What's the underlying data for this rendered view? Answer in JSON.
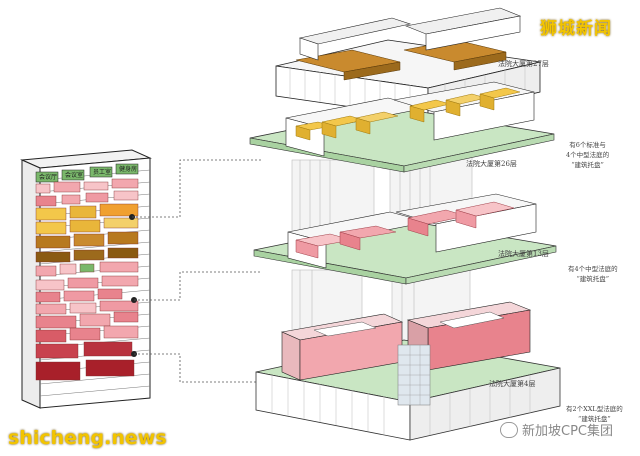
{
  "watermarks": {
    "top_right": "狮城新闻",
    "bottom_left": "shicheng.news",
    "bottom_right": "新加坡CPC集团"
  },
  "tower_tags": [
    "会议厅",
    "会议室",
    "员工室",
    "健身房"
  ],
  "floor_labels": {
    "floor_27": "法院大厦第27层",
    "floor_26": "法院大厦第26层",
    "floor_13": "法院大厦第13层",
    "floor_4": "法院大厦第4层"
  },
  "notes": {
    "upper": [
      "有6个标准与",
      "4个中型法庭的",
      "“建筑托盘”"
    ],
    "middle": [
      "有4个中型法庭的",
      "“建筑托盘”"
    ],
    "lower": [
      "有2个XXL型法庭的",
      "“建筑托盘”"
    ]
  },
  "colors": {
    "tray_green": "#c9e6c3",
    "gold": "#b7791f",
    "yellow": "#f3c74a",
    "pink": "#f2a7ae",
    "dark_red": "#a8202a",
    "ochre": "#8a5a12"
  }
}
